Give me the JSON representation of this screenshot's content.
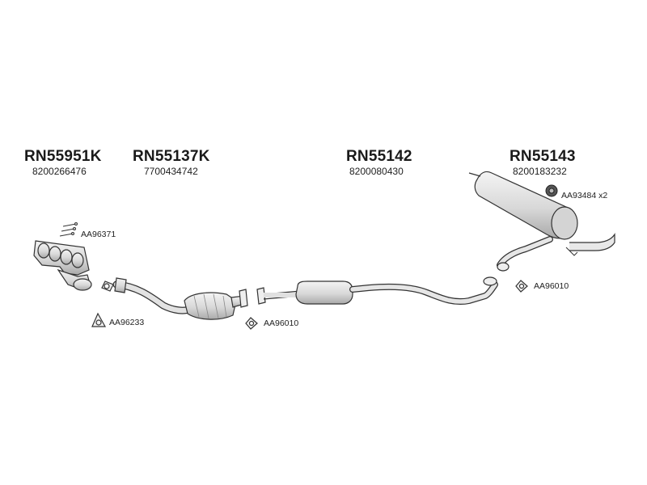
{
  "colors": {
    "line": "#333333",
    "fill": "#e6e6e6",
    "shade": "#bdbdbd"
  },
  "parts": [
    {
      "part_number": "RN55951K",
      "oe_number": "8200266476"
    },
    {
      "part_number": "RN55137K",
      "oe_number": "7700434742"
    },
    {
      "part_number": "RN55142",
      "oe_number": "8200080430"
    },
    {
      "part_number": "RN55143",
      "oe_number": "8200183232"
    }
  ],
  "accessories": [
    {
      "code": "AA96371",
      "icon": "stud-bolts-icon"
    },
    {
      "code": "AA96233",
      "icon": "triangle-gasket-icon"
    },
    {
      "code": "AA96010",
      "icon": "oval-gasket-icon"
    },
    {
      "code": "AA93484 x2",
      "icon": "rubber-hanger-icon"
    },
    {
      "code": "AA96010",
      "icon": "oval-gasket-icon"
    }
  ]
}
